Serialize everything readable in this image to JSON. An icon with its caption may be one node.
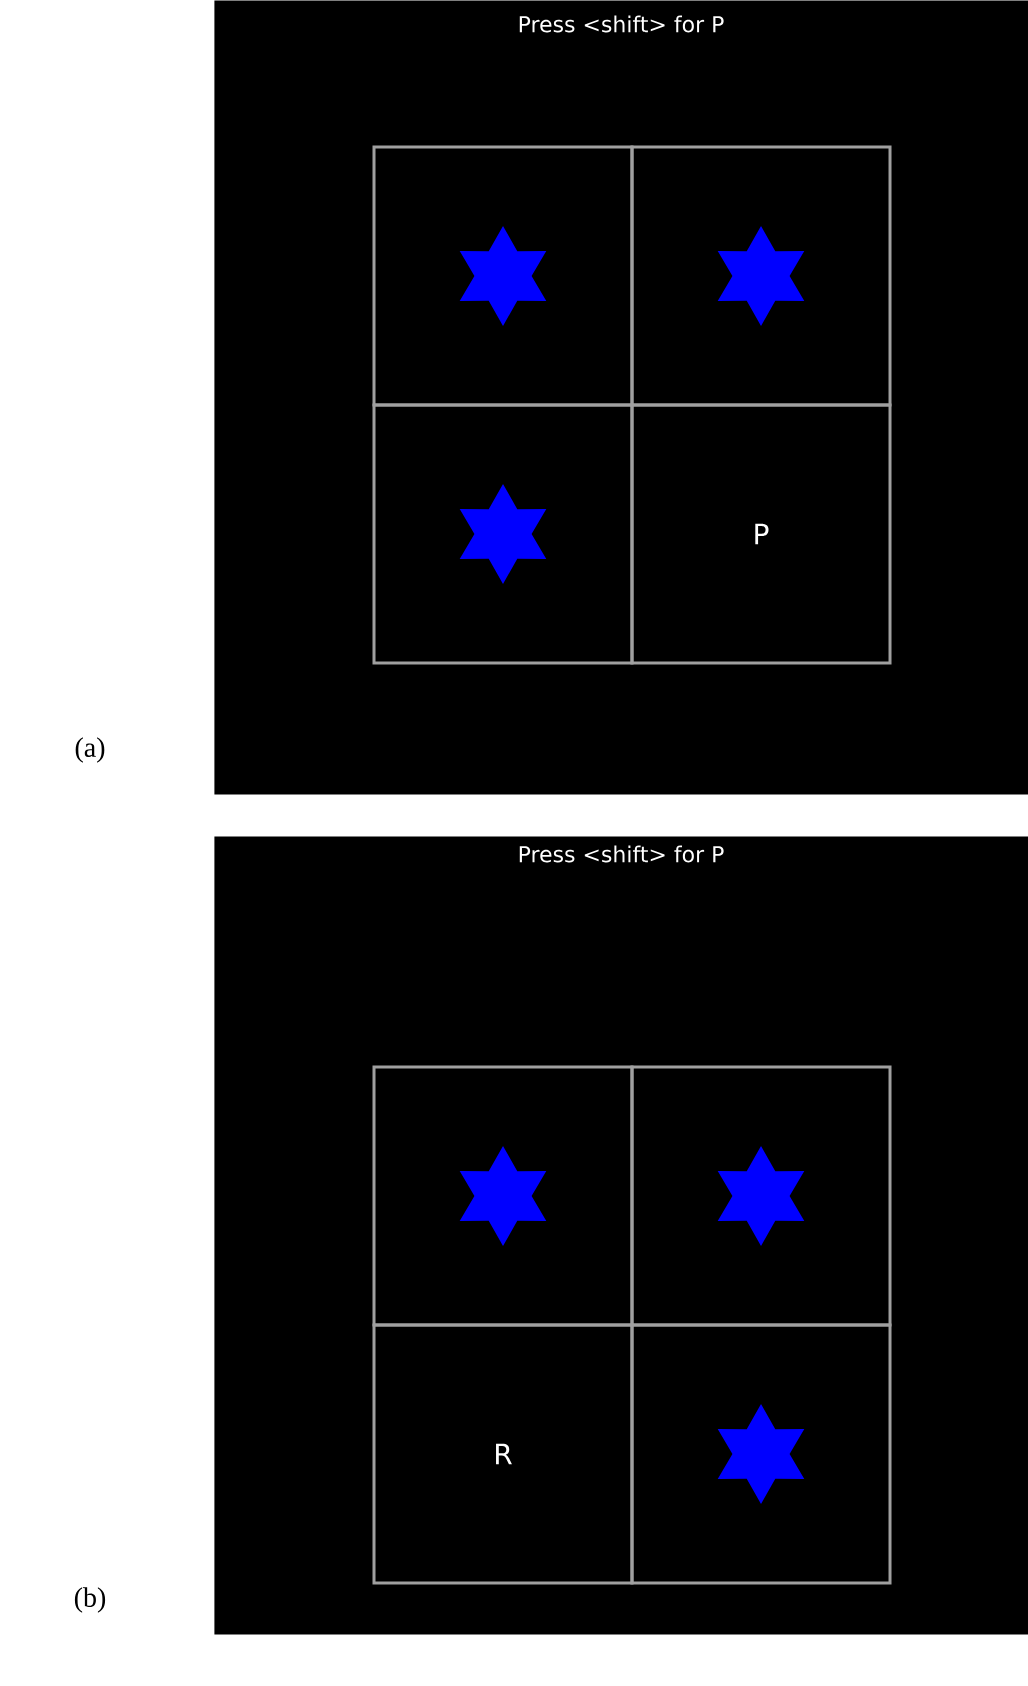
{
  "diagram": {
    "nodes": [
      {
        "text": [
          "Press <shift> for P"
        ],
        "beside": [
          "(a)"
        ]
      },
      {
        "text": [],
        "shape": "box",
        "in": 0
      },
      {
        "text": [],
        "shape": "star",
        "in": 1
      },
      {
        "text": [],
        "shape": "box",
        "in": 0
      },
      {
        "text": [],
        "shape": "star",
        "in": 3
      },
      {
        "text": [],
        "shape": "box",
        "in": 0
      },
      {
        "text": [],
        "shape": "star",
        "in": 5
      },
      {
        "text": [
          "P"
        ],
        "in": 0
      },
      {
        "text": [
          "Press <shift> for P"
        ],
        "beside": [
          "(b)"
        ]
      },
      {
        "text": [],
        "shape": "box",
        "in": 8
      },
      {
        "text": [],
        "shape": "star",
        "in": 9
      },
      {
        "text": [],
        "shape": "box",
        "in": 8
      },
      {
        "text": [],
        "shape": "star",
        "in": 11
      },
      {
        "text": [
          "R"
        ],
        "in": 8
      },
      {
        "text": [],
        "shape": "box",
        "in": 8
      },
      {
        "text": [],
        "shape": "star",
        "in": 14
      }
    ]
  }
}
